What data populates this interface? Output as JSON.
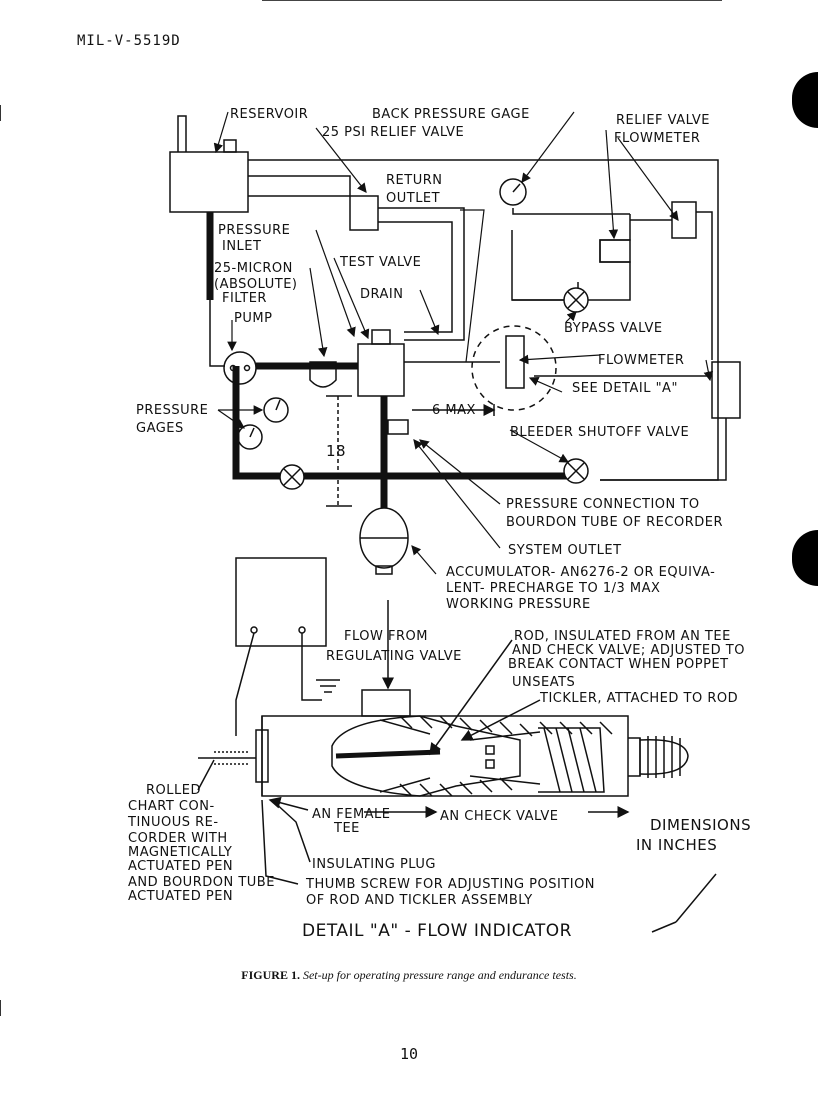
{
  "header": {
    "doc_id": "MIL-V-5519D"
  },
  "labels": {
    "reservoir": "RESERVOIR",
    "back_pressure_gage": "BACK PRESSURE GAGE",
    "relief_25psi": "25 PSI RELIEF VALVE",
    "relief_valve": "RELIEF VALVE",
    "flowmeter_top": "FLOWMETER",
    "return_1": "RETURN",
    "return_2": "OUTLET",
    "pressure_inlet_1": "PRESSURE",
    "pressure_inlet_2": "INLET",
    "filter_1": "25-MICRON",
    "filter_2": "(ABSOLUTE)",
    "filter_3": "FILTER",
    "test_valve": "TEST VALVE",
    "drain": "DRAIN",
    "pump": "PUMP",
    "bypass_valve": "BYPASS VALVE",
    "flowmeter_mid": "FLOWMETER",
    "see_detail": "SEE DETAIL \"A\"",
    "pressure_gages_1": "PRESSURE",
    "pressure_gages_2": "GAGES",
    "six_max": "6 MAX",
    "bleeder": "BLEEDER SHUTOFF VALVE",
    "eighteen": "18",
    "pressure_conn_1": "PRESSURE CONNECTION TO",
    "pressure_conn_2": "BOURDON TUBE OF RECORDER",
    "system_outlet": "SYSTEM OUTLET",
    "accum_1": "ACCUMULATOR- AN6276-2 OR EQUIVA-",
    "accum_2": "LENT- PRECHARGE TO 1/3 MAX",
    "accum_3": "WORKING PRESSURE",
    "flow_from_1": "FLOW FROM",
    "flow_from_2": "REGULATING VALVE",
    "rod_1": "ROD, INSULATED FROM AN TEE",
    "rod_2": "AND CHECK VALVE; ADJUSTED TO",
    "rod_3": "BREAK CONTACT WHEN POPPET",
    "rod_4": "UNSEATS",
    "tickler": "TICKLER, ATTACHED TO ROD",
    "rolled_1": "ROLLED",
    "rolled_2": "CHART CON-",
    "rolled_3": "TINUOUS RE-",
    "rolled_4": "CORDER WITH",
    "rolled_5": "MAGNETICALLY",
    "rolled_6": "ACTUATED PEN",
    "rolled_7": "AND BOURDON TUBE",
    "rolled_8": "ACTUATED PEN",
    "an_female_1": "AN FEMALE",
    "an_female_2": "TEE",
    "an_check": "AN CHECK VALVE",
    "dimensions_1": "DIMENSIONS",
    "dimensions_2": "IN INCHES",
    "insulating_plug": "INSULATING PLUG",
    "thumb_1": "THUMB SCREW FOR ADJUSTING POSITION",
    "thumb_2": "OF ROD AND TICKLER ASSEMBLY",
    "detail_title": "DETAIL \"A\" - FLOW INDICATOR"
  },
  "caption": {
    "figure": "FIGURE 1.",
    "text": "Set-up for operating pressure range and endurance tests."
  },
  "page_number": "10"
}
